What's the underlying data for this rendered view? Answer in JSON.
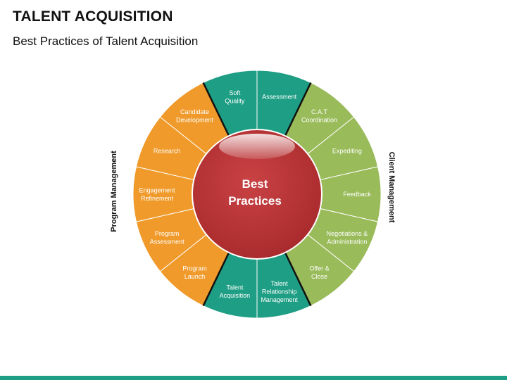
{
  "header": {
    "title": "TALENT ACQUISITION",
    "subtitle": "Best Practices of Talent Acquisition"
  },
  "side_labels": {
    "left": "Program Management",
    "right": "Client Management"
  },
  "center": {
    "lines": [
      "Best",
      "Practices"
    ],
    "color": "#c0393b"
  },
  "colors": {
    "teal": "#1e9e84",
    "green": "#99bb5a",
    "orange": "#ef9a2a",
    "footer": "#1e9e84"
  },
  "segments": [
    {
      "lines": [
        "Assessment"
      ],
      "group": "teal"
    },
    {
      "lines": [
        "C.A.T",
        "Coordination"
      ],
      "group": "green"
    },
    {
      "lines": [
        "Expediting"
      ],
      "group": "green"
    },
    {
      "lines": [
        "Feedback"
      ],
      "group": "green"
    },
    {
      "lines": [
        "Negotiations &",
        "Administration"
      ],
      "group": "green"
    },
    {
      "lines": [
        "Offer &",
        "Close"
      ],
      "group": "green"
    },
    {
      "lines": [
        "Talent",
        "Relationship",
        "Management"
      ],
      "group": "teal"
    },
    {
      "lines": [
        "Talent",
        "Acquisition"
      ],
      "group": "teal"
    },
    {
      "lines": [
        "Program",
        "Launch"
      ],
      "group": "orange"
    },
    {
      "lines": [
        "Program",
        "Assessment"
      ],
      "group": "orange"
    },
    {
      "lines": [
        "Engagement",
        "Refinement"
      ],
      "group": "orange"
    },
    {
      "lines": [
        "Research"
      ],
      "group": "orange"
    },
    {
      "lines": [
        "Candidate",
        "Development"
      ],
      "group": "orange"
    },
    {
      "lines": [
        "Soft",
        "Quality"
      ],
      "group": "teal"
    }
  ]
}
